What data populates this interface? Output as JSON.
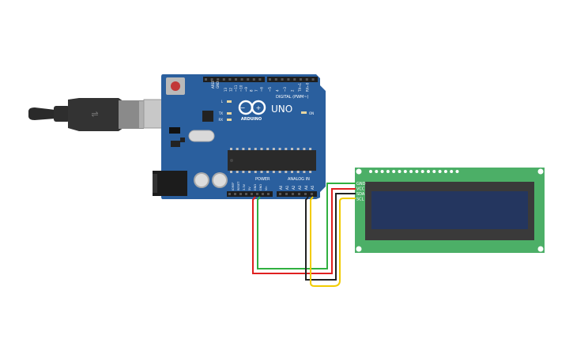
{
  "arduino": {
    "model": "UNO",
    "brand": "ARDUINO",
    "digital_header_label": "DIGITAL (PWM~)",
    "power_header_label": "POWER",
    "analog_header_label": "ANALOG IN",
    "on_label": "ON",
    "l_label": "L",
    "tx_label": "TX",
    "rx_label": "RX",
    "aref_label": "AREF",
    "gnd_label": "GND",
    "digital_pins": [
      "13",
      "12",
      "~11",
      "~10",
      "~9",
      "8",
      "7",
      "~6",
      "~5",
      "4",
      "~3",
      "2",
      "TX→1",
      "RX←0"
    ],
    "power_pins": [
      "IOREF",
      "RESET",
      "3.3V",
      "5V",
      "GND",
      "GND",
      "Vin"
    ],
    "analog_pins": [
      "A0",
      "A1",
      "A2",
      "A3",
      "A4",
      "A5"
    ],
    "board_color": "#2a5f9e"
  },
  "lcd": {
    "pins": [
      "GND",
      "VCC",
      "SDA",
      "SCL"
    ],
    "board_color": "#4caf67",
    "screen_color": "#24365f"
  },
  "wires": [
    {
      "from": "5V",
      "to": "VCC",
      "color": "#e02020"
    },
    {
      "from": "GND",
      "to": "GND",
      "color": "#30b040"
    },
    {
      "from": "A4",
      "to": "SDA",
      "color": "#222222"
    },
    {
      "from": "A5",
      "to": "SCL",
      "color": "#f2cc00"
    }
  ]
}
